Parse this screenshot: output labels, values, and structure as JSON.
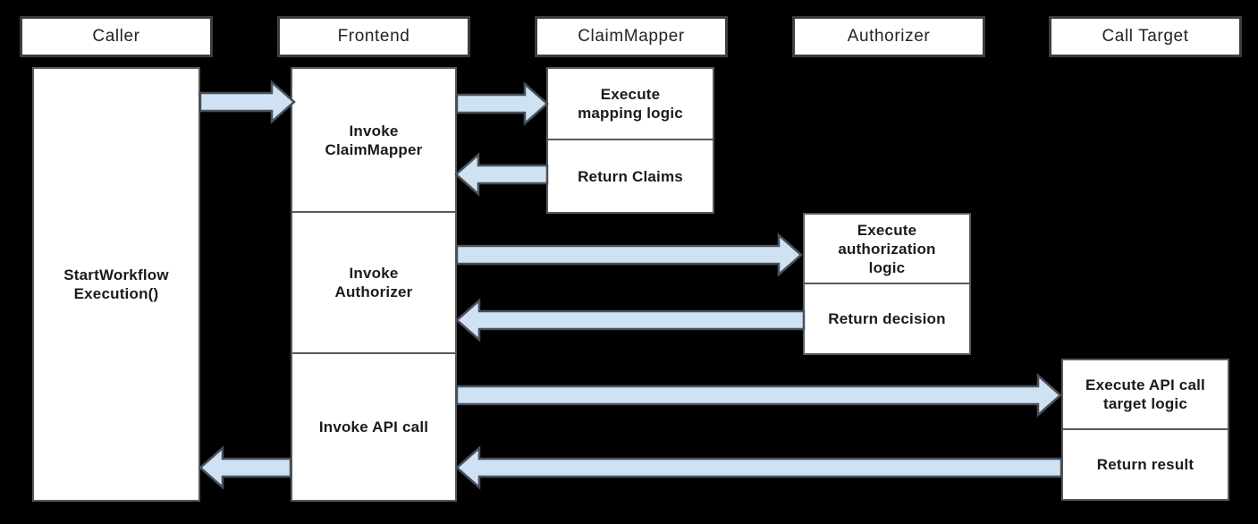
{
  "colors": {
    "background": "#000000",
    "box_fill": "#ffffff",
    "box_border": "#595959",
    "header_border": "#3d3d3d",
    "arrow_fill": "#cfe2f3",
    "arrow_stroke": "#49505a",
    "text": "#1b1b1b"
  },
  "columns": [
    {
      "header": "Caller",
      "boxes": [
        {
          "label": "StartWorkflow\nExecution()"
        }
      ]
    },
    {
      "header": "Frontend",
      "boxes": [
        {
          "label": "Invoke\nClaimMapper"
        },
        {
          "label": "Invoke\nAuthorizer"
        },
        {
          "label": "Invoke API call"
        }
      ]
    },
    {
      "header": "ClaimMapper",
      "boxes": [
        {
          "label": "Execute\nmapping logic"
        },
        {
          "label": "Return Claims"
        }
      ]
    },
    {
      "header": "Authorizer",
      "boxes": [
        {
          "label": "Execute\nauthorization\nlogic"
        },
        {
          "label": "Return decision"
        }
      ]
    },
    {
      "header": "Call Target",
      "boxes": [
        {
          "label": "Execute API call\ntarget logic"
        },
        {
          "label": "Return result"
        }
      ]
    }
  ],
  "arrows": [
    {
      "from": "Caller",
      "to": "Frontend",
      "direction": "right"
    },
    {
      "from": "Frontend",
      "to": "ClaimMapper",
      "direction": "right"
    },
    {
      "from": "ClaimMapper",
      "to": "Frontend",
      "direction": "left"
    },
    {
      "from": "Frontend",
      "to": "Authorizer",
      "direction": "right"
    },
    {
      "from": "Authorizer",
      "to": "Frontend",
      "direction": "left"
    },
    {
      "from": "Frontend",
      "to": "Call Target",
      "direction": "right"
    },
    {
      "from": "Call Target",
      "to": "Frontend",
      "direction": "left"
    },
    {
      "from": "Frontend",
      "to": "Caller",
      "direction": "left"
    }
  ]
}
